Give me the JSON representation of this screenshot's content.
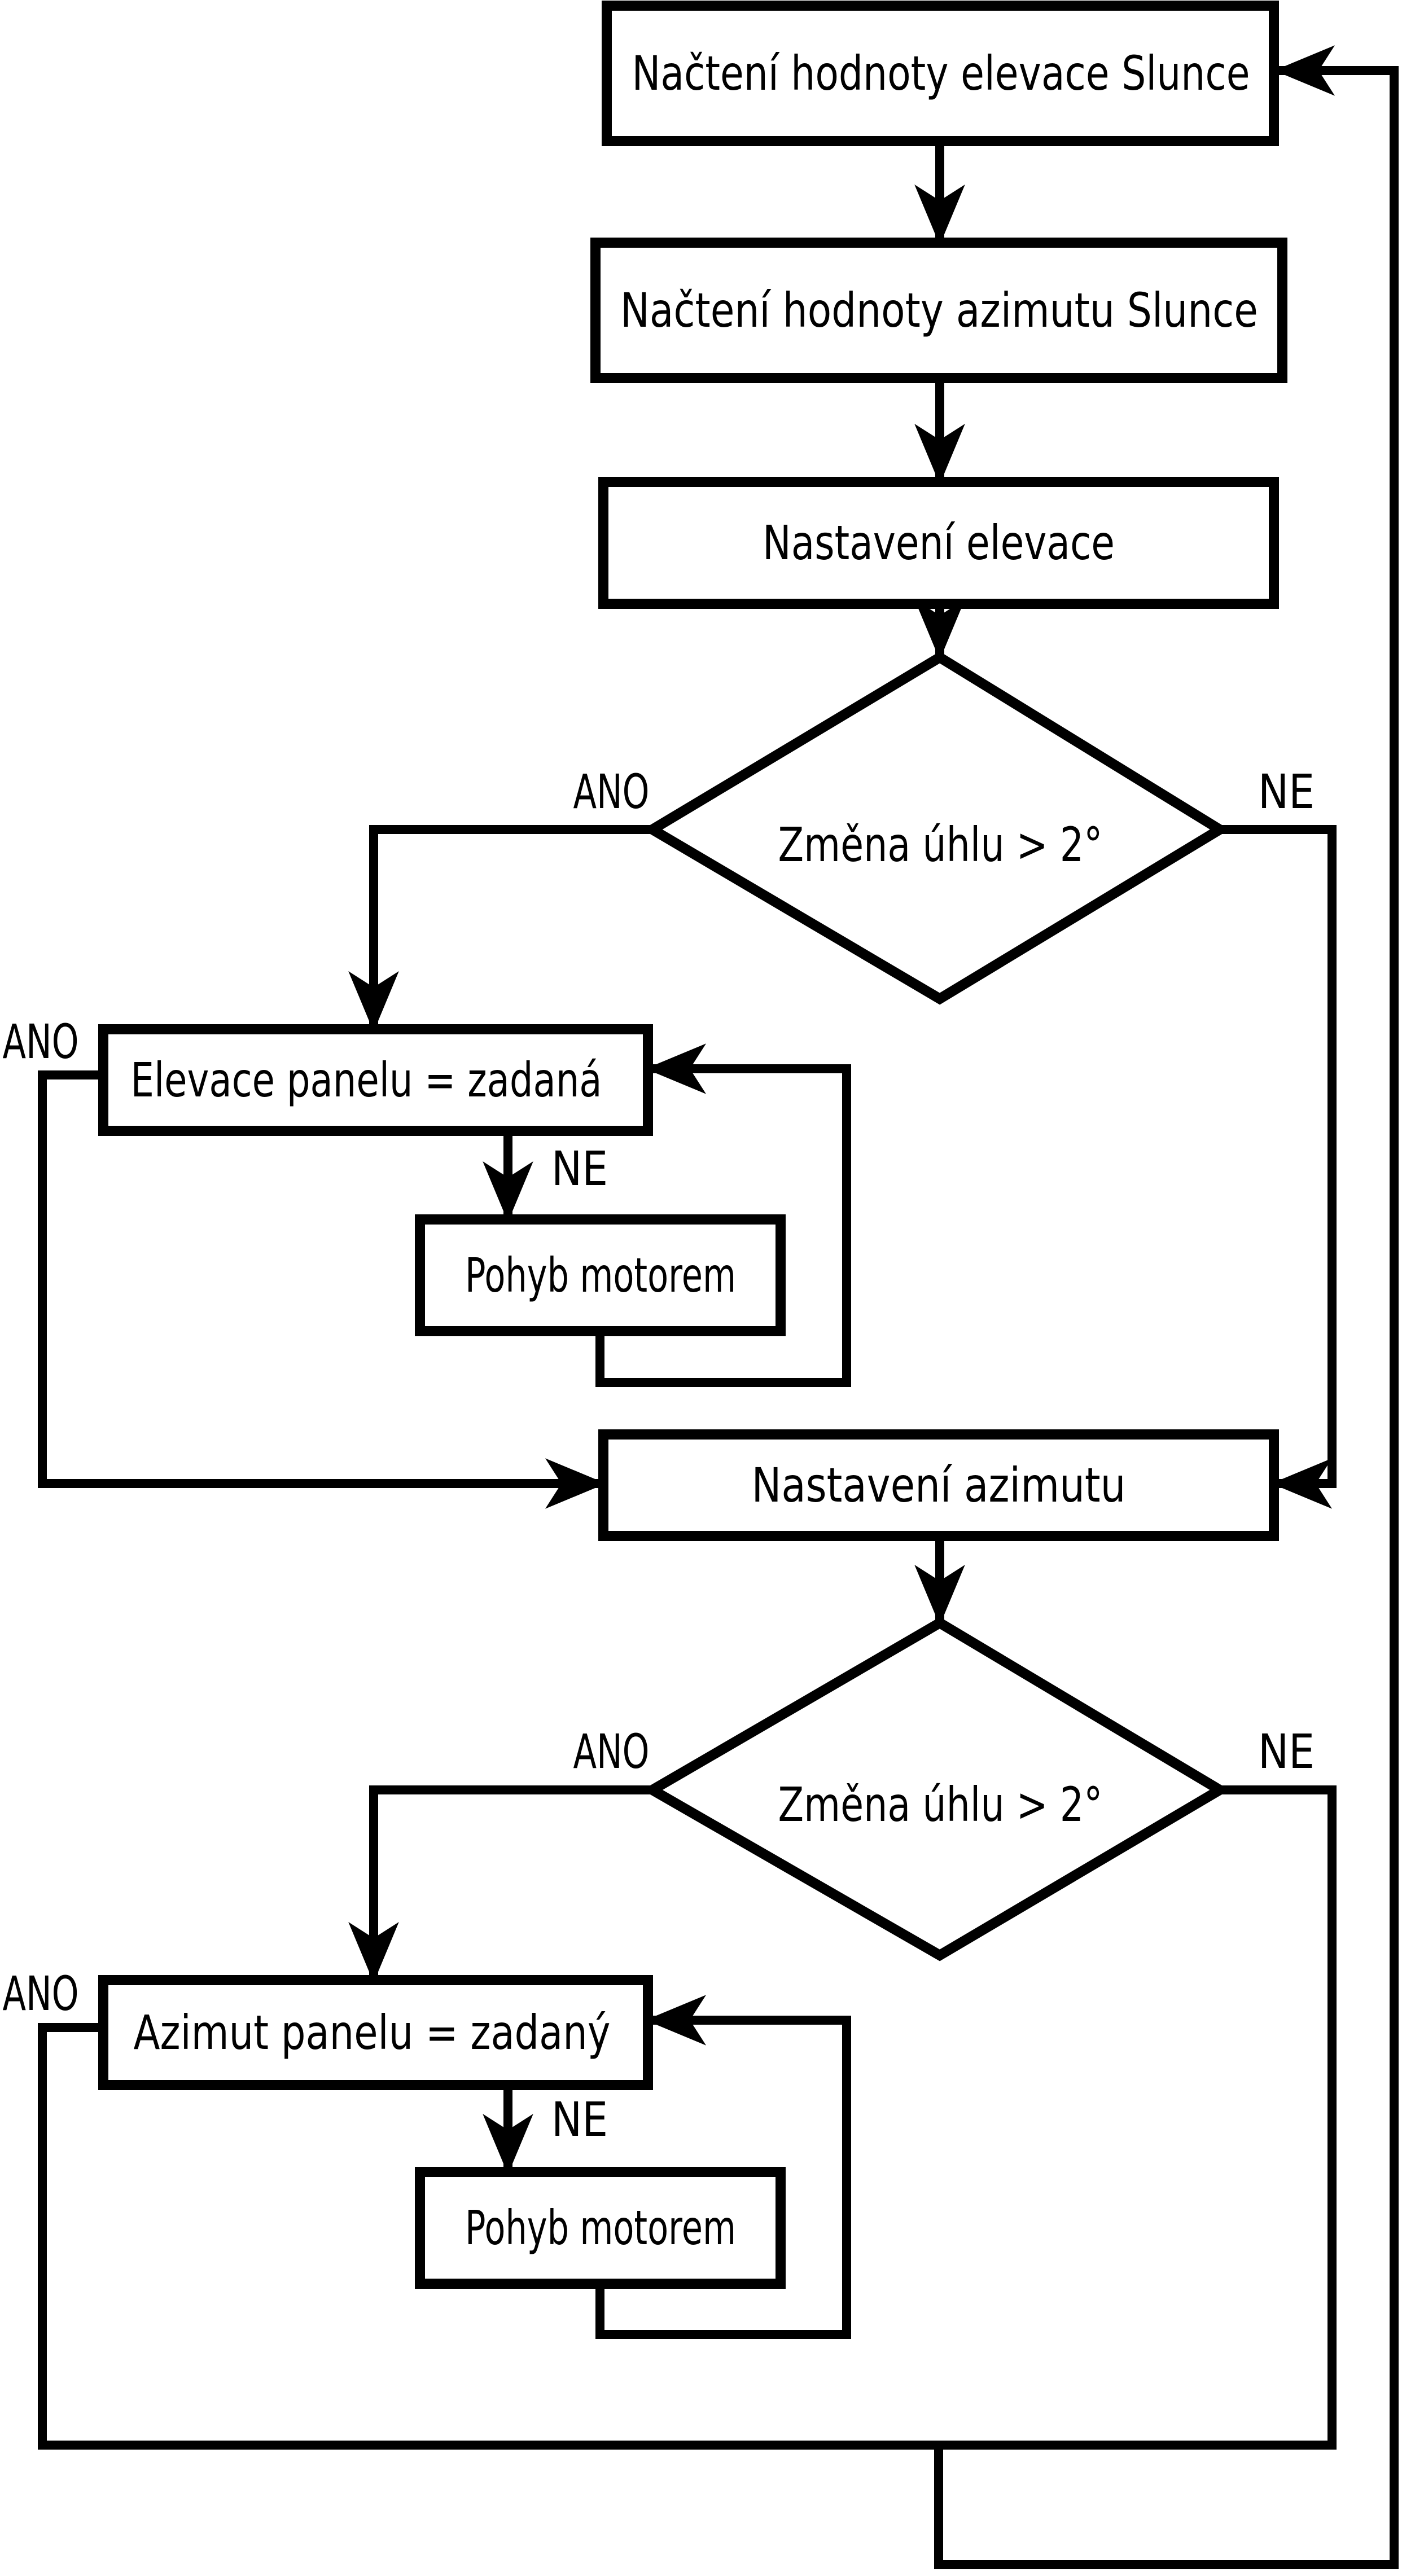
{
  "diagram": {
    "type": "flowchart",
    "background": "#ffffff",
    "line_color": "#000000",
    "nodes": {
      "load_sun_elevation": "Načtení hodnoty elevace Slunce",
      "load_sun_azimuth": "Načtení hodnoty azimutu Slunce",
      "set_elevation": "Nastavení elevace",
      "elevation_angle_check": "Změna úhlu > 2°",
      "panel_elevation_equals_target": "Elevace panelu = zadaná",
      "elevation_motor_move": "Pohyb motorem",
      "set_azimuth": "Nastavení azimutu",
      "azimuth_angle_check": "Změna úhlu > 2°",
      "panel_azimuth_equals_target": "Azimut panelu = zadaný",
      "azimuth_motor_move": "Pohyb motorem"
    },
    "branch_labels": {
      "yes": "ANO",
      "no": "NE"
    }
  }
}
